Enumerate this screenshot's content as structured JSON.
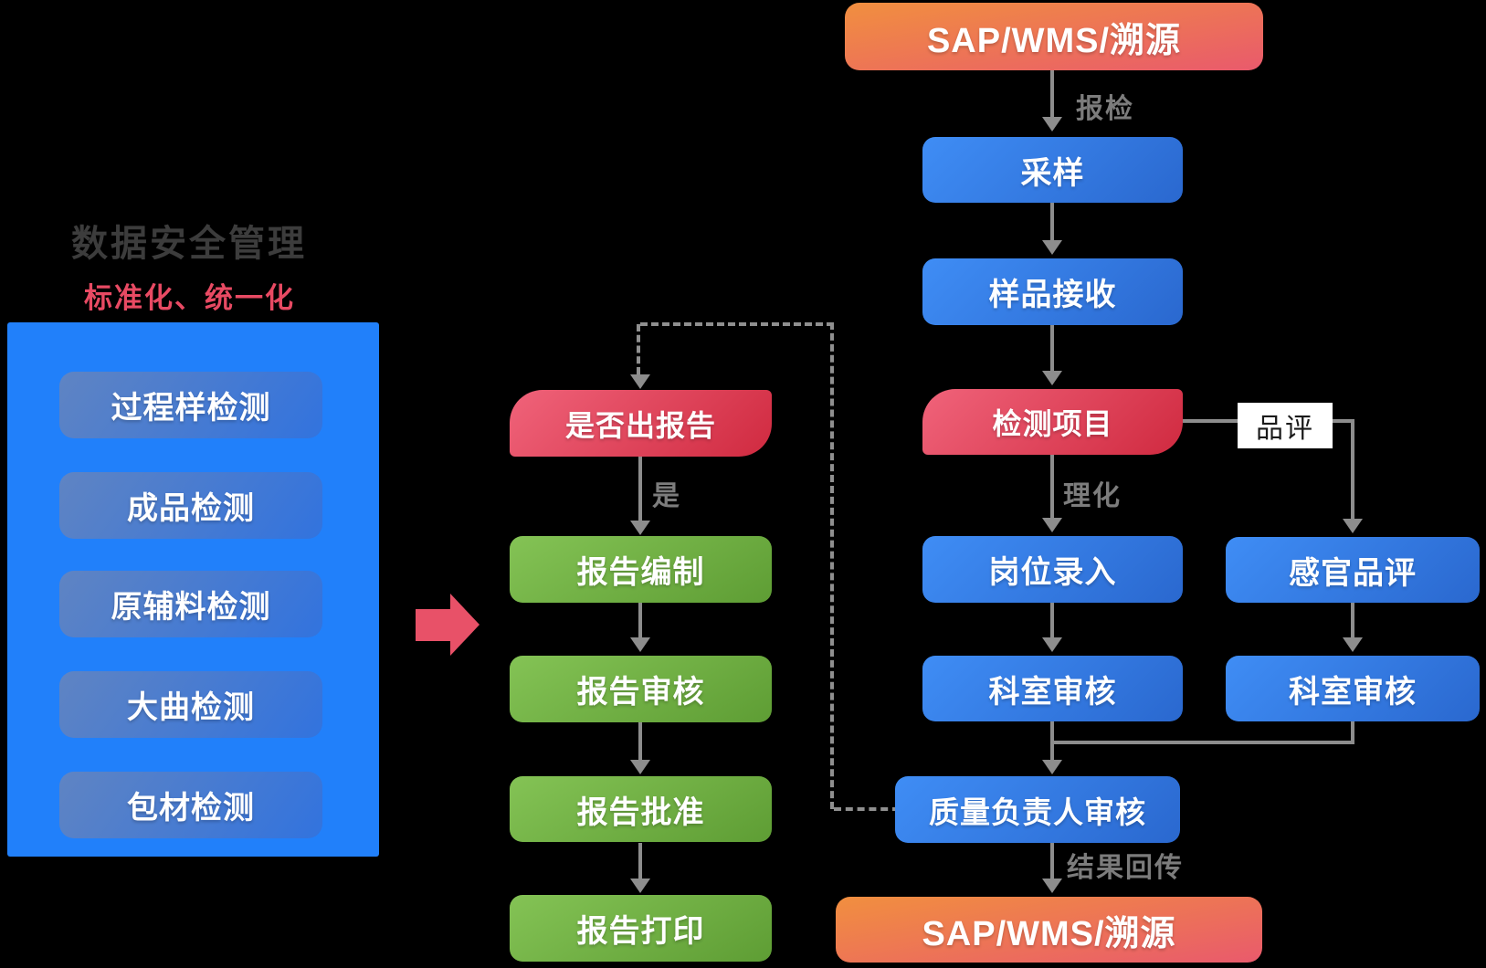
{
  "left_panel": {
    "title": "数据安全管理",
    "subtitle": "标准化、统一化",
    "items": [
      "过程样检测",
      "成品检测",
      "原辅料检测",
      "大曲检测",
      "包材检测"
    ]
  },
  "report_flow": {
    "decision": "是否出报告",
    "yes_label": "是",
    "steps": [
      "报告编制",
      "报告审核",
      "报告批准",
      "报告打印"
    ]
  },
  "main_flow": {
    "source": "SAP/WMS/溯源",
    "submit_label": "报检",
    "sampling": "采样",
    "receive": "样品接收",
    "test_items": "检测项目",
    "physchem_label": "理化",
    "entry": "岗位录入",
    "dept_review": "科室审核",
    "quality_review": "质量负责人审核",
    "return_label": "结果回传",
    "target": "SAP/WMS/溯源"
  },
  "branch_flow": {
    "taste_label": "品评",
    "sensory": "感官品评",
    "dept_review": "科室审核"
  },
  "colors": {
    "background": "#000000",
    "accent_red": "#e84a63",
    "panel_blue": "#2180fa",
    "node_blue_start": "#3f8df5",
    "node_blue_end": "#2a68cf",
    "node_green_start": "#84c355",
    "node_green_end": "#5e9d34",
    "node_red_start": "#f0637a",
    "node_red_end": "#d02a40",
    "node_orange_start": "#f18f3f",
    "node_orange_end": "#e95a6c",
    "connector_gray": "#8d8d8d",
    "label_gray": "#7c7c7c",
    "pink_arrow": "#e85168"
  }
}
